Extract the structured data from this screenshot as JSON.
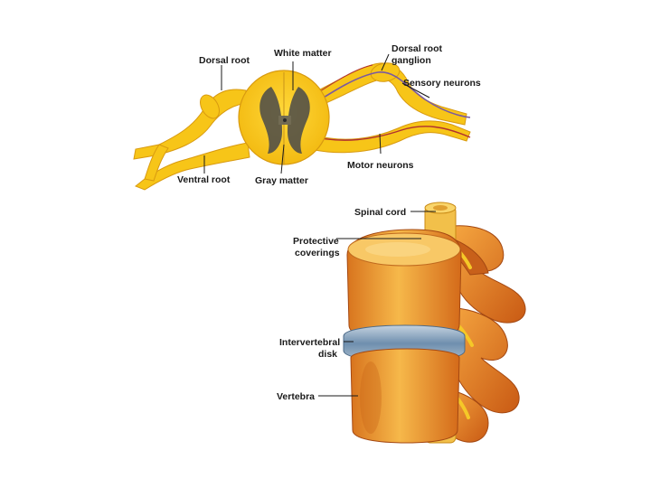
{
  "labels": {
    "dorsal_root": "Dorsal root",
    "white_matter": "White matter",
    "dorsal_root_ganglion_1": "Dorsal root",
    "dorsal_root_ganglion_2": "ganglion",
    "sensory_neurons": "Sensory neurons",
    "motor_neurons": "Motor neurons",
    "ventral_root": "Ventral root",
    "gray_matter": "Gray matter",
    "spinal_cord": "Spinal cord",
    "protective_coverings_1": "Protective",
    "protective_coverings_2": "coverings",
    "intervertebral_disk_1": "Intervertebral",
    "intervertebral_disk_2": "disk",
    "vertebra": "Vertebra"
  },
  "colors": {
    "nerve_yellow": "#f7c518",
    "nerve_outline": "#d89a10",
    "gray_matter": "#4a4a4a",
    "bone_orange": "#e8892a",
    "bone_light": "#f6c25a",
    "disk_blue": "#7f9fbf",
    "sensory_line": "#7a5aa0",
    "motor_line": "#b03030"
  }
}
